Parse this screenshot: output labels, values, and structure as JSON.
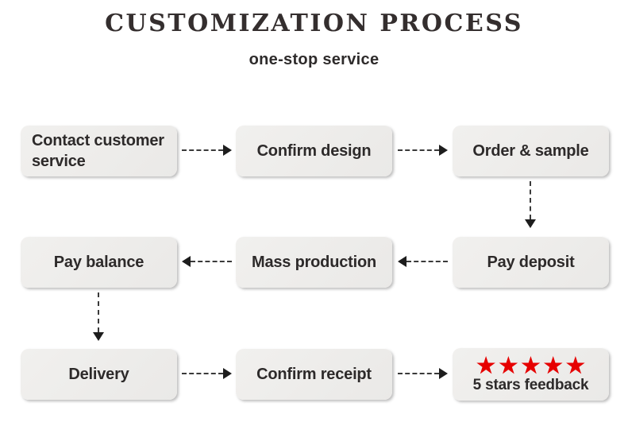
{
  "header": {
    "title": "CUSTOMIZATION PROCESS",
    "subtitle": "one-stop service"
  },
  "flow": {
    "steps": [
      {
        "label": "Contact customer service"
      },
      {
        "label": "Confirm design"
      },
      {
        "label": "Order & sample"
      },
      {
        "label": "Pay deposit"
      },
      {
        "label": "Mass production"
      },
      {
        "label": "Pay balance"
      },
      {
        "label": "Delivery"
      },
      {
        "label": "Confirm receipt"
      },
      {
        "label": "5 stars feedback",
        "stars_count": 5,
        "stars_glyphs": "★★★★★"
      }
    ],
    "connections": [
      {
        "from": "Contact customer service",
        "to": "Confirm design"
      },
      {
        "from": "Confirm design",
        "to": "Order & sample"
      },
      {
        "from": "Order & sample",
        "to": "Pay deposit"
      },
      {
        "from": "Pay deposit",
        "to": "Mass production"
      },
      {
        "from": "Mass production",
        "to": "Pay balance"
      },
      {
        "from": "Pay balance",
        "to": "Delivery"
      },
      {
        "from": "Delivery",
        "to": "Confirm receipt"
      },
      {
        "from": "Confirm receipt",
        "to": "5 stars feedback"
      }
    ]
  },
  "colors": {
    "star_red": "#e60000",
    "box_background": "#edecea",
    "arrow_dark": "#2b2b2b",
    "text_dark": "#2d2a2a"
  }
}
